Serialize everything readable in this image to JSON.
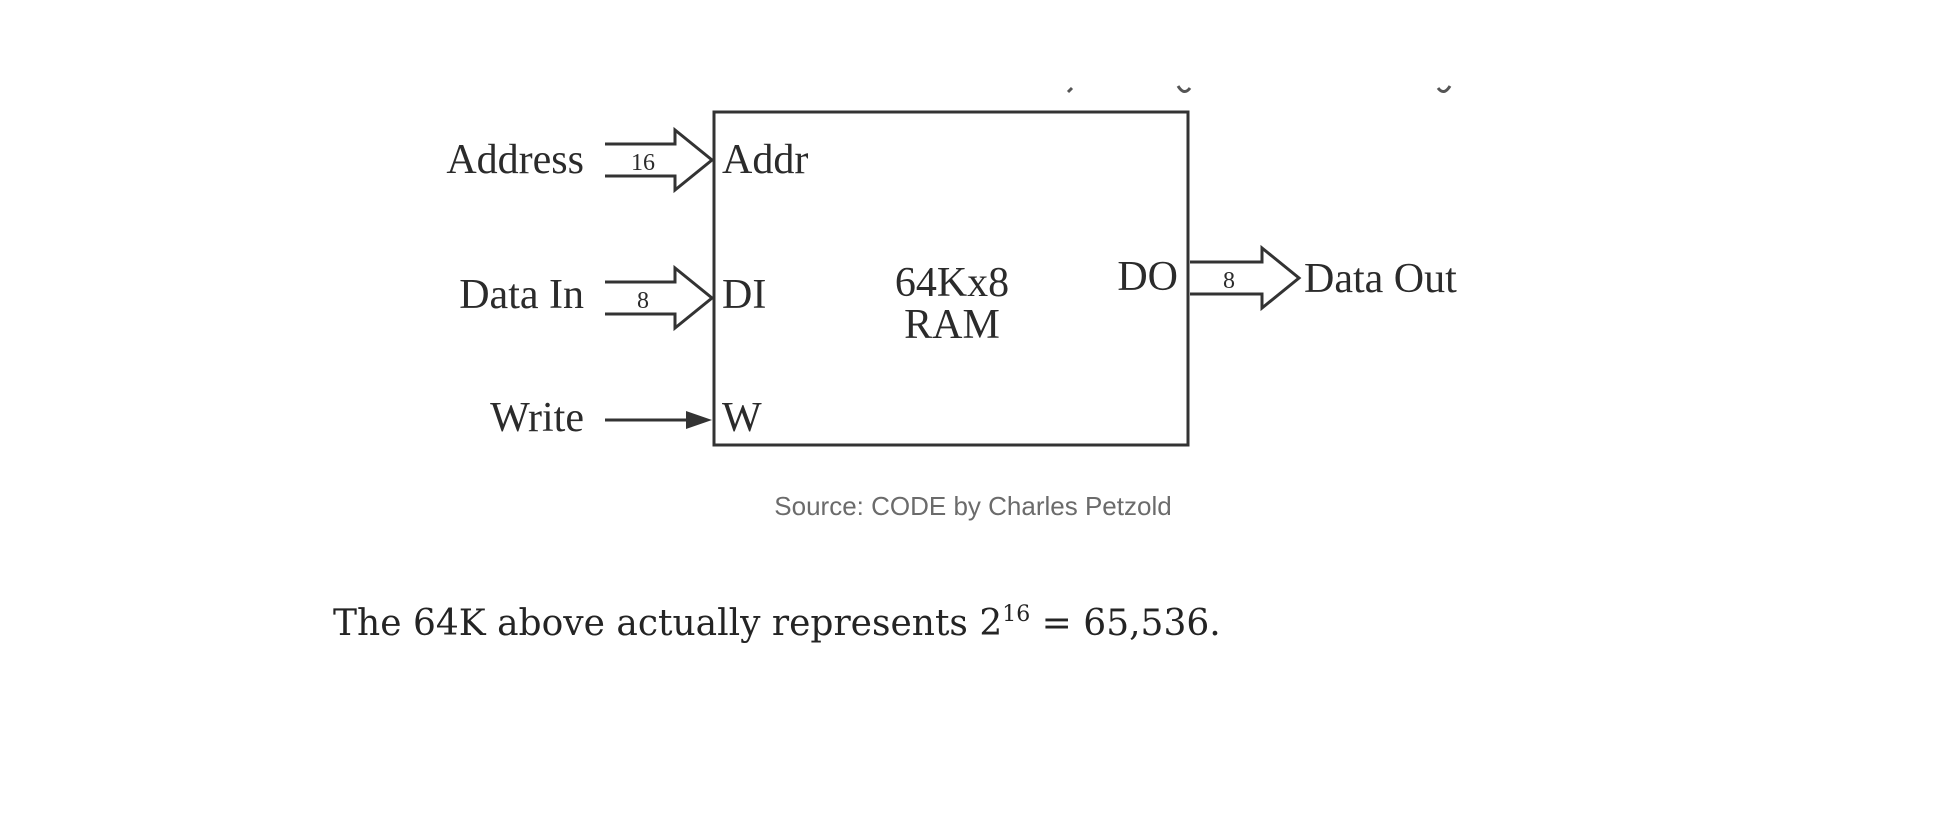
{
  "diagram": {
    "block_label_line1": "64Kx8",
    "block_label_line2": "RAM",
    "inputs": {
      "address_label": "Address",
      "address_port": "Addr",
      "address_width": "16",
      "data_in_label": "Data In",
      "data_in_port": "DI",
      "data_in_width": "8",
      "write_label": "Write",
      "write_port": "W"
    },
    "outputs": {
      "data_out_port": "DO",
      "data_out_width": "8",
      "data_out_label": "Data Out"
    }
  },
  "caption": "Source: CODE by Charles Petzold",
  "paragraph": {
    "before": "The 64K above actually represents 2",
    "exponent": "16",
    "after": " = 65,536."
  }
}
